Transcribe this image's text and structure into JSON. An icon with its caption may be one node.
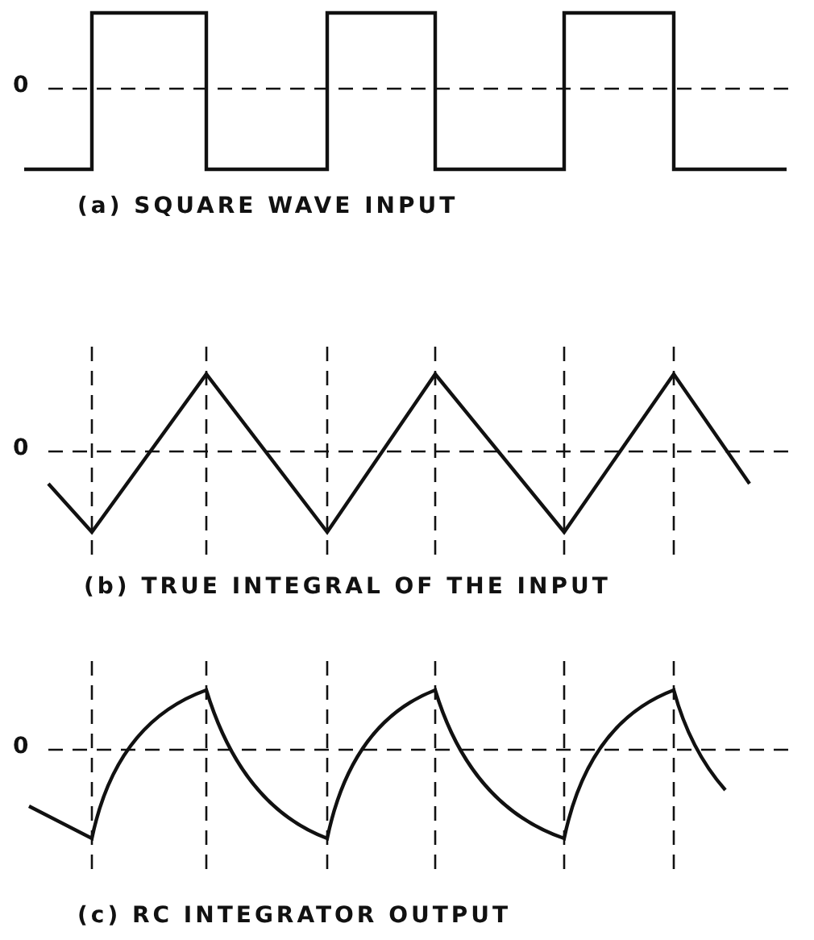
{
  "diagram": {
    "labels": [
      "0",
      "(a) SQUARE WAVE INPUT",
      "0",
      "(b) TRUE INTEGRAL OF THE INPUT",
      "0",
      "(c) RC INTEGRATOR OUTPUT"
    ]
  }
}
